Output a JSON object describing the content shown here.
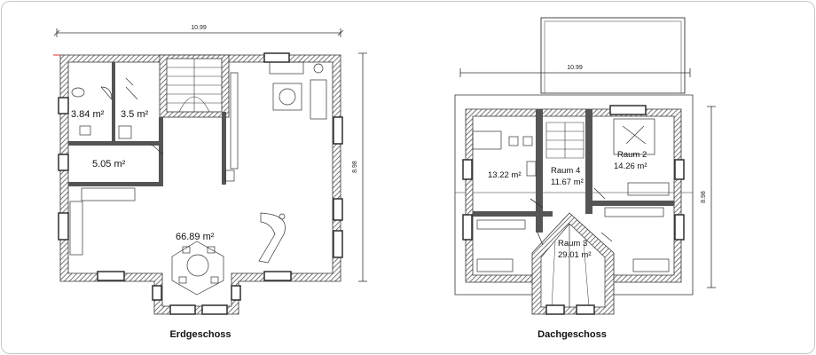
{
  "plans": [
    {
      "caption": "Erdgeschoss",
      "width_dim": "10.99",
      "depth_dim": "8.98",
      "rooms": [
        {
          "id": "wc",
          "area": "3.84 m²"
        },
        {
          "id": "bad",
          "area": "3.5 m²"
        },
        {
          "id": "abst",
          "area": "5.05 m²"
        },
        {
          "id": "wohnen",
          "area": "66.89 m²"
        }
      ]
    },
    {
      "caption": "Dachgeschoss",
      "width_dim": "10.99",
      "depth_dim": "8.98",
      "rooms": [
        {
          "id": "bad-dg",
          "area": "13.22 m²"
        },
        {
          "id": "raum4",
          "name": "Raum 4",
          "area": "11.67 m²"
        },
        {
          "id": "raum2",
          "name": "Raum 2",
          "area": "14.26 m²"
        },
        {
          "id": "raum3",
          "name": "Raum 3",
          "area": "29.01 m²"
        }
      ]
    }
  ],
  "colors": {
    "wall": "#555555",
    "line": "#333333",
    "window": "#2e2e2e",
    "border": "#c8c8c8"
  }
}
